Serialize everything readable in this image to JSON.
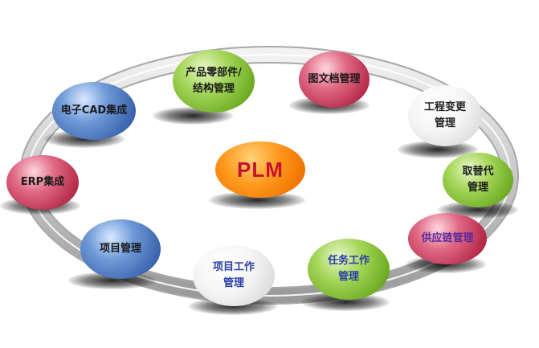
{
  "center": {
    "label": "PLM"
  },
  "nodes": {
    "parts": {
      "line1": "产品零部件/",
      "line2": "结构管理"
    },
    "docs": {
      "line1": "图文档管理"
    },
    "change": {
      "line1": "工程变更",
      "line2": "管理"
    },
    "substitute": {
      "line1": "取替代",
      "line2": "管理"
    },
    "supply": {
      "line1": "供应链管理"
    },
    "task": {
      "line1": "任务工作",
      "line2": "管理"
    },
    "project_work": {
      "line1": "项目工作",
      "line2": "管理"
    },
    "project": {
      "line1": "项目管理"
    },
    "erp": {
      "line1": "ERP集成"
    },
    "cad": {
      "line1": "电子CAD集成"
    }
  },
  "colors": {
    "green": "#6fae24",
    "red": "#b82d4e",
    "blue": "#3d67b0",
    "white": "#f5f5f5",
    "center": "#f07400",
    "center_text": "#c8102e"
  }
}
